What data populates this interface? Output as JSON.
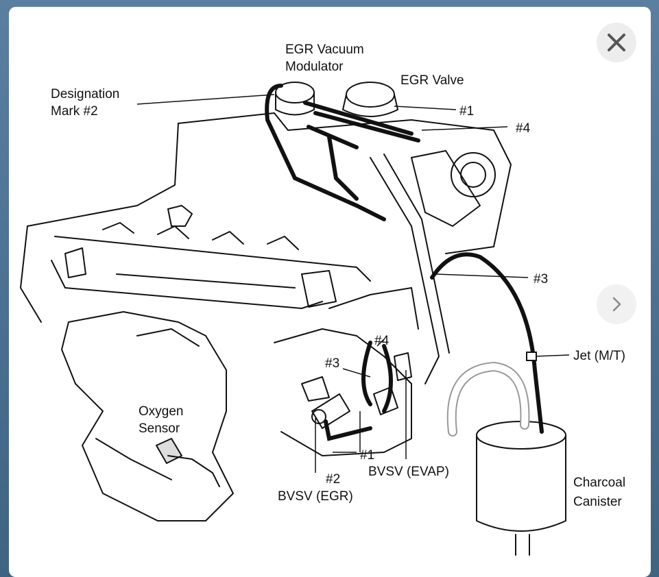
{
  "labels": {
    "egr_vacuum_modulator_1": "EGR Vacuum",
    "egr_vacuum_modulator_2": "Modulator",
    "egr_valve": "EGR Valve",
    "designation_1": "Designation",
    "designation_2": "Mark #2",
    "hose_1_top": "#1",
    "hose_4_top": "#4",
    "hose_3_right": "#3",
    "jet": "Jet (M/T)",
    "hose_4_mid": "#4",
    "hose_3_mid": "#3",
    "oxygen_1": "Oxygen",
    "oxygen_2": "Sensor",
    "hose_1_bottom": "#1",
    "hose_2_bottom": "#2",
    "bvsv_evap": "BVSV (EVAP)",
    "bvsv_egr": "BVSV (EGR)",
    "charcoal_1": "Charcoal",
    "charcoal_2": "Canister"
  },
  "colors": {
    "line": "#111111",
    "button_bg": "#ededed",
    "icon": "#555555",
    "frame": "#4a6e8c"
  },
  "icons": {
    "close": "close-icon",
    "next": "chevron-right-icon"
  }
}
